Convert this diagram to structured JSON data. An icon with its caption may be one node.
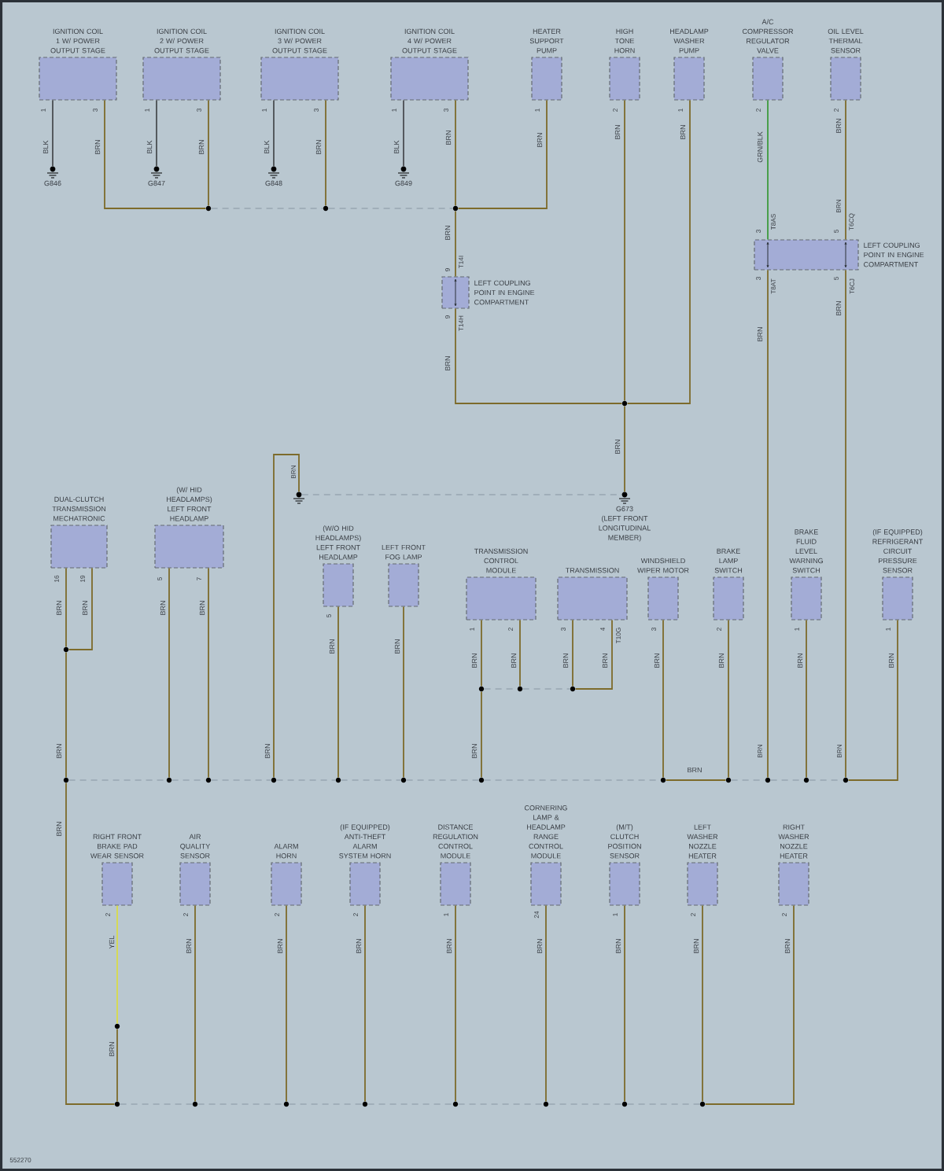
{
  "diagram": {
    "nodes": [
      {
        "text": [
          "IGNITION COIL 1 W/ POWER OUTPUT STAGE"
        ]
      },
      {
        "text": [
          "IGNITION COIL 2 W/ POWER OUTPUT STAGE"
        ]
      },
      {
        "text": [
          "IGNITION COIL 3 W/ POWER OUTPUT STAGE"
        ]
      },
      {
        "text": [
          "IGNITION COIL 4 W/ POWER OUTPUT STAGE"
        ]
      },
      {
        "text": [
          "HEATER SUPPORT PUMP"
        ]
      },
      {
        "text": [
          "HIGH TONE HORN"
        ]
      },
      {
        "text": [
          "HEADLAMP WASHER PUMP"
        ]
      },
      {
        "text": [
          "A/C COMPRESSOR REGULATOR VALVE"
        ]
      },
      {
        "text": [
          "OIL LEVEL THERMAL SENSOR"
        ]
      },
      {
        "text": [
          "G846"
        ]
      },
      {
        "text": [
          "G847"
        ]
      },
      {
        "text": [
          "G848"
        ]
      },
      {
        "text": [
          "G849"
        ]
      },
      {
        "text": [
          "LEFT COUPLING POINT IN ENGINE COMPARTMENT"
        ]
      },
      {
        "text": [
          "LEFT COUPLING POINT IN ENGINE COMPARTMENT"
        ]
      },
      {
        "text": [],
        "shape": "ground"
      },
      {
        "text": [
          "G673",
          "(LEFT FRONT LONGITUDINAL MEMBER)"
        ]
      },
      {
        "text": [
          "DUAL-CLUTCH TRANSMISSION MECHATRONIC"
        ]
      },
      {
        "text": [
          "(W/ HID HEADLAMPS) LEFT FRONT HEADLAMP"
        ]
      },
      {
        "text": [
          "(W/O HID HEADLAMPS) LEFT FRONT HEADLAMP"
        ]
      },
      {
        "text": [
          "LEFT FRONT FOG LAMP"
        ]
      },
      {
        "text": [
          "TRANSMISSION CONTROL MODULE"
        ]
      },
      {
        "text": [
          "TRANSMISSION"
        ]
      },
      {
        "text": [
          "WINDSHIELD WIPER MOTOR"
        ]
      },
      {
        "text": [
          "BRAKE LAMP SWITCH"
        ]
      },
      {
        "text": [
          "BRAKE FLUID LEVEL WARNING SWITCH"
        ]
      },
      {
        "text": [
          "(IF EQUIPPED) REFRIGERANT CIRCUIT PRESSURE SENSOR"
        ]
      },
      {
        "text": [
          "RIGHT FRONT BRAKE PAD WEAR SENSOR"
        ]
      },
      {
        "text": [
          "AIR QUALITY SENSOR"
        ]
      },
      {
        "text": [
          "ALARM HORN"
        ]
      },
      {
        "text": [
          "(IF EQUIPPED) ANTI-THEFT ALARM SYSTEM HORN"
        ]
      },
      {
        "text": [
          "DISTANCE REGULATION CONTROL MODULE"
        ]
      },
      {
        "text": [
          "CORNERING LAMP & HEADLAMP RANGE CONTROL MODULE"
        ]
      },
      {
        "text": [
          "(M/T) CLUTCH POSITION SENSOR"
        ]
      },
      {
        "text": [
          "LEFT WASHER NOZZLE HEATER"
        ]
      },
      {
        "text": [
          "RIGHT WASHER NOZZLE HEATER"
        ]
      },
      {
        "text": [],
        "shape": "circle"
      },
      {
        "text": [],
        "shape": "circle"
      },
      {
        "text": [],
        "shape": "circle"
      },
      {
        "text": [],
        "shape": "circle"
      },
      {
        "text": [],
        "shape": "circle"
      },
      {
        "text": [],
        "shape": "circle"
      },
      {
        "text": [],
        "shape": "circle"
      },
      {
        "text": [],
        "shape": "circle"
      },
      {
        "text": [],
        "shape": "circle"
      },
      {
        "text": [],
        "shape": "circle"
      },
      {
        "text": [],
        "shape": "circle"
      },
      {
        "text": [],
        "shape": "circle"
      },
      {
        "text": [],
        "shape": "circle"
      },
      {
        "text": [],
        "shape": "circle"
      },
      {
        "text": [],
        "shape": "circle"
      },
      {
        "text": [],
        "shape": "circle"
      },
      {
        "text": [],
        "shape": "circle"
      },
      {
        "text": [],
        "shape": "circle"
      },
      {
        "text": [],
        "shape": "circle"
      },
      {
        "text": [],
        "shape": "circle"
      },
      {
        "text": [],
        "shape": "circle"
      },
      {
        "text": [],
        "shape": "circle"
      },
      {
        "text": [],
        "shape": "circle"
      },
      {
        "text": [],
        "shape": "circle"
      },
      {
        "text": [],
        "shape": "circle"
      },
      {
        "text": [],
        "shape": "circle"
      },
      {
        "text": [],
        "shape": "circle"
      },
      {
        "text": [],
        "shape": "circle"
      },
      {
        "text": [],
        "shape": "circle"
      }
    ],
    "edges": [
      {
        "from": 0,
        "to": 9,
        "arrow": "none",
        "label": "BLK",
        "color": "#4a4e52"
      },
      {
        "from": 0,
        "to": 36,
        "arrow": "none",
        "label": "BRN"
      },
      {
        "from": 1,
        "to": 10,
        "arrow": "none",
        "label": "BLK",
        "color": "#4a4e52"
      },
      {
        "from": 1,
        "to": 36,
        "arrow": "none",
        "label": "BRN"
      },
      {
        "from": 2,
        "to": 11,
        "arrow": "none",
        "label": "BLK",
        "color": "#4a4e52"
      },
      {
        "from": 2,
        "to": 37,
        "arrow": "none",
        "label": "BRN"
      },
      {
        "from": 3,
        "to": 12,
        "arrow": "none",
        "label": "BLK",
        "color": "#4a4e52"
      },
      {
        "from": 3,
        "to": 38,
        "arrow": "none",
        "label": "BRN"
      },
      {
        "from": 4,
        "to": 38,
        "arrow": "none",
        "label": "BRN"
      },
      {
        "from": 36,
        "to": 37,
        "arrow": "none",
        "style": "dashed",
        "color": "#8896a2"
      },
      {
        "from": 37,
        "to": 38,
        "arrow": "none",
        "style": "dashed",
        "color": "#8896a2"
      },
      {
        "from": 38,
        "to": 14,
        "arrow": "none",
        "label": "BRN"
      },
      {
        "from": 14,
        "to": 39,
        "arrow": "none",
        "label": "BRN"
      },
      {
        "from": 5,
        "to": 39,
        "arrow": "none",
        "label": "BRN"
      },
      {
        "from": 6,
        "to": 39,
        "arrow": "none",
        "label": "BRN"
      },
      {
        "from": 39,
        "to": 16,
        "arrow": "none",
        "label": "BRN"
      },
      {
        "from": 15,
        "to": 16,
        "arrow": "none",
        "style": "dashed",
        "color": "#8896a2"
      },
      {
        "from": 7,
        "to": 13,
        "arrow": "none",
        "label": "GRN/BLK",
        "color": "#3d9a3d"
      },
      {
        "from": 8,
        "to": 13,
        "arrow": "none",
        "label": "BRN"
      },
      {
        "from": 13,
        "to": 53,
        "arrow": "none",
        "label": "BRN"
      },
      {
        "from": 13,
        "to": 55,
        "arrow": "none",
        "label": "BRN"
      },
      {
        "from": 15,
        "to": 47,
        "arrow": "none",
        "label": "BRN"
      },
      {
        "from": 17,
        "to": 40,
        "arrow": "none",
        "label": "BRN"
      },
      {
        "from": 17,
        "to": 40,
        "arrow": "none",
        "label": "BRN"
      },
      {
        "from": 40,
        "to": 44,
        "arrow": "none",
        "label": "BRN"
      },
      {
        "from": 18,
        "to": 45,
        "arrow": "none",
        "label": "BRN"
      },
      {
        "from": 18,
        "to": 46,
        "arrow": "none",
        "label": "BRN"
      },
      {
        "from": 19,
        "to": 48,
        "arrow": "none",
        "label": "BRN"
      },
      {
        "from": 20,
        "to": 49,
        "arrow": "none",
        "label": "BRN"
      },
      {
        "from": 21,
        "to": 41,
        "arrow": "none",
        "label": "BRN"
      },
      {
        "from": 21,
        "to": 42,
        "arrow": "none",
        "label": "BRN"
      },
      {
        "from": 22,
        "to": 43,
        "arrow": "none",
        "label": "BRN"
      },
      {
        "from": 22,
        "to": 43,
        "arrow": "none",
        "label": "BRN"
      },
      {
        "from": 41,
        "to": 42,
        "arrow": "none",
        "style": "dashed",
        "color": "#8896a2"
      },
      {
        "from": 42,
        "to": 43,
        "arrow": "none",
        "style": "dashed",
        "color": "#8896a2"
      },
      {
        "from": 41,
        "to": 50,
        "arrow": "none",
        "label": "BRN"
      },
      {
        "from": 23,
        "to": 51,
        "arrow": "none",
        "label": "BRN"
      },
      {
        "from": 24,
        "to": 52,
        "arrow": "none",
        "label": "BRN"
      },
      {
        "from": 25,
        "to": 54,
        "arrow": "none",
        "label": "BRN"
      },
      {
        "from": 26,
        "to": 55,
        "arrow": "none",
        "label": "BRN"
      },
      {
        "from": 44,
        "to": 45,
        "arrow": "none",
        "style": "dashed",
        "color": "#8896a2"
      },
      {
        "from": 45,
        "to": 46,
        "arrow": "none",
        "style": "dashed",
        "color": "#8896a2"
      },
      {
        "from": 46,
        "to": 47,
        "arrow": "none",
        "style": "dashed",
        "color": "#8896a2"
      },
      {
        "from": 47,
        "to": 48,
        "arrow": "none",
        "style": "dashed",
        "color": "#8896a2"
      },
      {
        "from": 48,
        "to": 49,
        "arrow": "none",
        "style": "dashed",
        "color": "#8896a2"
      },
      {
        "from": 49,
        "to": 50,
        "arrow": "none",
        "style": "dashed",
        "color": "#8896a2"
      },
      {
        "from": 50,
        "to": 51,
        "arrow": "none",
        "style": "dashed",
        "color": "#8896a2"
      },
      {
        "from": 51,
        "to": 52,
        "arrow": "none",
        "label": "BRN"
      },
      {
        "from": 52,
        "to": 53,
        "arrow": "none",
        "style": "dashed",
        "color": "#8896a2"
      },
      {
        "from": 53,
        "to": 54,
        "arrow": "none",
        "style": "dashed",
        "color": "#8896a2"
      },
      {
        "from": 54,
        "to": 55,
        "arrow": "none",
        "style": "dashed",
        "color": "#8896a2"
      },
      {
        "from": 44,
        "to": 57,
        "arrow": "none",
        "label": "BRN"
      },
      {
        "from": 27,
        "to": 56,
        "arrow": "none",
        "label": "YEL",
        "color": "#d9dc4a"
      },
      {
        "from": 56,
        "to": 57,
        "arrow": "none",
        "label": "BRN"
      },
      {
        "from": 28,
        "to": 58,
        "arrow": "none",
        "label": "BRN"
      },
      {
        "from": 29,
        "to": 59,
        "arrow": "none",
        "label": "BRN"
      },
      {
        "from": 30,
        "to": 60,
        "arrow": "none",
        "label": "BRN"
      },
      {
        "from": 31,
        "to": 61,
        "arrow": "none",
        "label": "BRN"
      },
      {
        "from": 32,
        "to": 62,
        "arrow": "none",
        "label": "BRN"
      },
      {
        "from": 33,
        "to": 63,
        "arrow": "none",
        "label": "BRN"
      },
      {
        "from": 34,
        "to": 64,
        "arrow": "none",
        "label": "BRN"
      },
      {
        "from": 35,
        "to": 64,
        "arrow": "none",
        "label": "BRN"
      },
      {
        "from": 57,
        "to": 58,
        "arrow": "none",
        "style": "dashed",
        "color": "#8896a2"
      },
      {
        "from": 58,
        "to": 59,
        "arrow": "none",
        "style": "dashed",
        "color": "#8896a2"
      },
      {
        "from": 59,
        "to": 60,
        "arrow": "none",
        "style": "dashed",
        "color": "#8896a2"
      },
      {
        "from": 60,
        "to": 61,
        "arrow": "none",
        "style": "dashed",
        "color": "#8896a2"
      },
      {
        "from": 61,
        "to": 62,
        "arrow": "none",
        "style": "dashed",
        "color": "#8896a2"
      },
      {
        "from": 62,
        "to": 63,
        "arrow": "none",
        "style": "dashed",
        "color": "#8896a2"
      },
      {
        "from": 63,
        "to": 64,
        "arrow": "none",
        "style": "dashed",
        "color": "#8896a2"
      }
    ],
    "labels": [
      "1",
      "3",
      "1",
      "3",
      "1",
      "3",
      "1",
      "3",
      "1",
      "2",
      "1",
      "2",
      "2",
      "BRN",
      "3",
      "T8AS",
      "5",
      "T6CQ",
      "3",
      "T8AT",
      "5",
      "T6CJ",
      "9",
      "T14I",
      "9",
      "T14H",
      "BRN",
      "16",
      "19",
      "5",
      "7",
      "5",
      "1",
      "2",
      "3",
      "4",
      "T10G",
      "3",
      "2",
      "1",
      "1",
      "BRN",
      "BRN",
      "2",
      "2",
      "2",
      "2",
      "1",
      "24",
      "1",
      "2",
      "2",
      "552270"
    ]
  }
}
